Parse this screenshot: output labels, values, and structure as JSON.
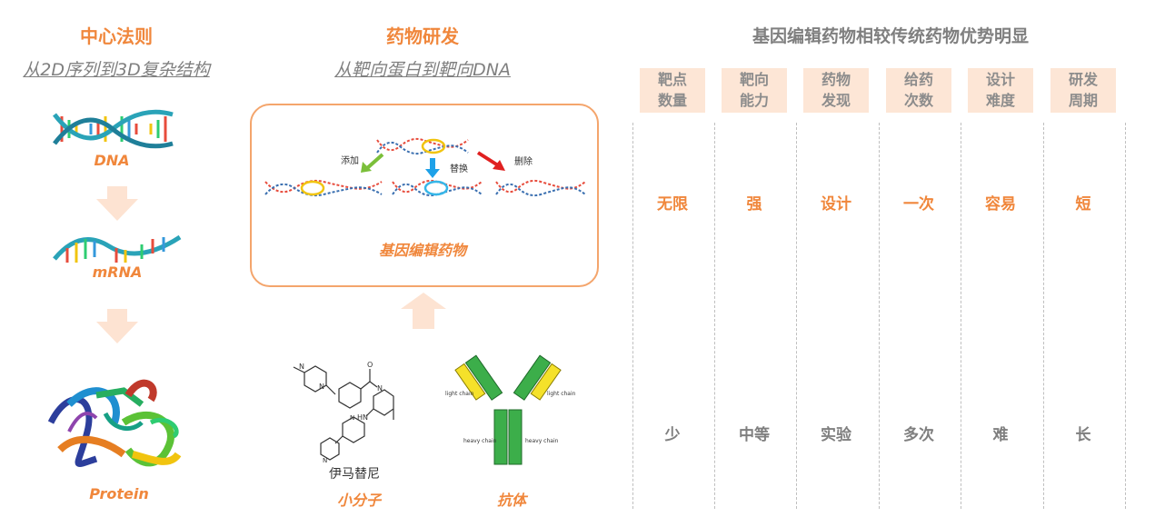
{
  "left": {
    "title": "中心法则",
    "subtitle": "从2D序列到3D复杂结构",
    "labels": {
      "dna": "DNA",
      "mrna": "mRNA",
      "protein": "Protein"
    }
  },
  "middle": {
    "title": "药物研发",
    "subtitle": "从靶向蛋白到靶向DNA",
    "box_caption": "基因编辑药物",
    "actions": {
      "add": "添加",
      "replace": "替换",
      "delete": "删除"
    },
    "small_molecule": {
      "drug_name": "伊马替尼",
      "label": "小分子"
    },
    "antibody": {
      "label": "抗体",
      "light_chain": "light chain",
      "heavy_chain": "heavy chain"
    }
  },
  "right": {
    "title": "基因编辑药物相较传统药物优势明显",
    "columns": [
      {
        "header": [
          "靶点",
          "数量"
        ],
        "top": "无限",
        "bottom": "少"
      },
      {
        "header": [
          "靶向",
          "能力"
        ],
        "top": "强",
        "bottom": "中等"
      },
      {
        "header": [
          "药物",
          "发现"
        ],
        "top": "设计",
        "bottom": "实验"
      },
      {
        "header": [
          "给药",
          "次数"
        ],
        "top": "一次",
        "bottom": "多次"
      },
      {
        "header": [
          "设计",
          "难度"
        ],
        "top": "容易",
        "bottom": "难"
      },
      {
        "header": [
          "研发",
          "周期"
        ],
        "top": "短",
        "bottom": "长"
      }
    ]
  },
  "colors": {
    "accent": "#f0873c",
    "header_bg": "#fde6d6",
    "gray_text": "#7f7f7f",
    "arrow_bg": "#fde3d2"
  }
}
